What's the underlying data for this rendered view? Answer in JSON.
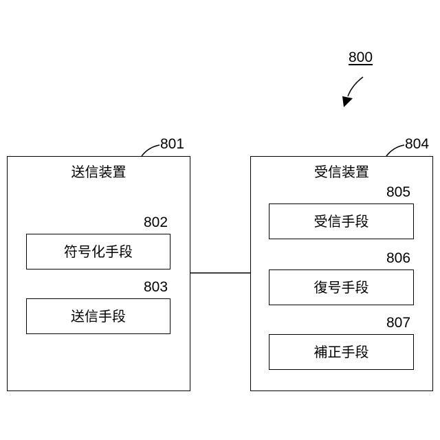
{
  "figure_ref": "800",
  "sender": {
    "ref": "801",
    "title": "送信装置",
    "units": [
      {
        "ref": "802",
        "label": "符号化手段"
      },
      {
        "ref": "803",
        "label": "送信手段"
      }
    ]
  },
  "receiver": {
    "ref": "804",
    "title": "受信装置",
    "units": [
      {
        "ref": "805",
        "label": "受信手段"
      },
      {
        "ref": "806",
        "label": "復号手段"
      },
      {
        "ref": "807",
        "label": "補正手段"
      }
    ]
  }
}
